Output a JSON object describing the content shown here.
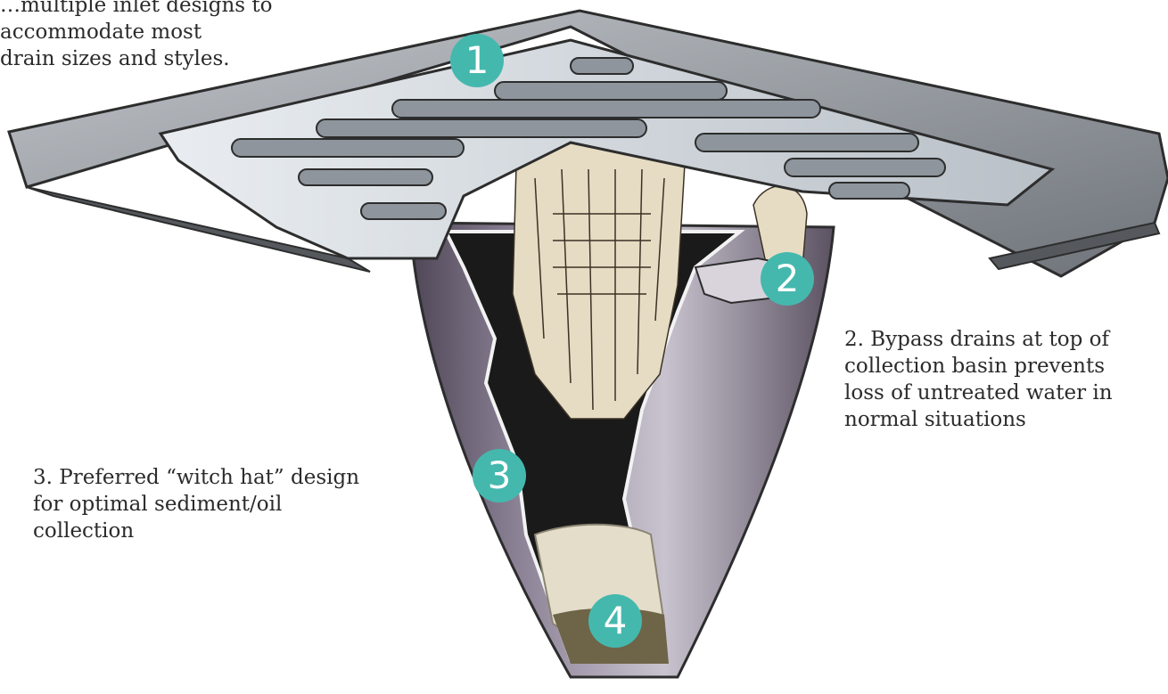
{
  "intro_text": {
    "line1": "…multiple inlet designs to accommodate most",
    "line2": "drain sizes and styles."
  },
  "callouts": {
    "bypass": {
      "line1": "2. Bypass drains at top of",
      "line2": "collection basin prevents",
      "line3": "loss of untreated water in",
      "line4": "normal situations"
    },
    "witch_hat": {
      "line1": "3. Preferred “witch hat” design",
      "line2": "for optimal sediment/oil",
      "line3": "collection"
    }
  },
  "badges": [
    "1",
    "2",
    "3",
    "4"
  ],
  "colors": {
    "badge": "#45b8ae",
    "basin": "#6f6576",
    "grate": "#d8dde2",
    "frame": "#8d9298",
    "fiber": "#e6dcc3",
    "sediment": "#e3ddc9"
  }
}
